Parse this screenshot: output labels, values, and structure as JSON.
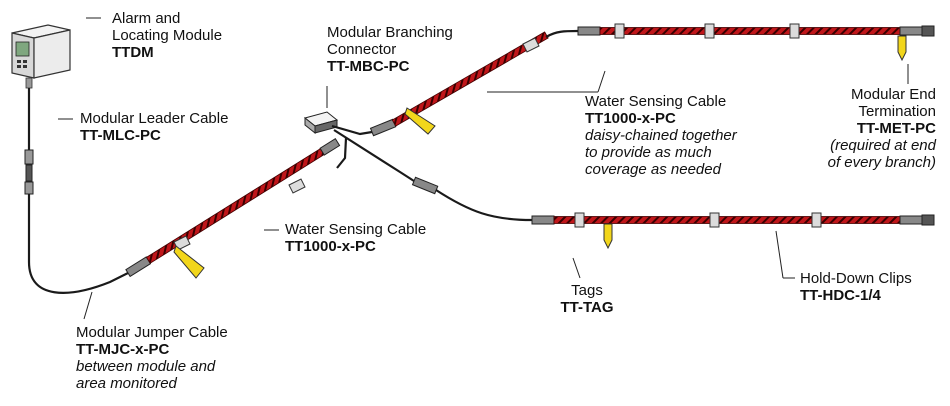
{
  "diagram": {
    "colors": {
      "cable": "#1a1a1a",
      "sensing": "#c0161a",
      "sensing_stripe": "#3a0000",
      "tag": "#f2d61b",
      "clip": "#dcdcdc",
      "module": "#e6e6e6"
    },
    "labels": {
      "alarm_module": {
        "title": [
          "Alarm and",
          "Locating Module"
        ],
        "code": "TTDM"
      },
      "leader_cable": {
        "title": [
          "Modular Leader Cable"
        ],
        "code": "TT-MLC-PC"
      },
      "branching_connector": {
        "title": [
          "Modular Branching",
          "Connector"
        ],
        "code": "TT-MBC-PC"
      },
      "water_sensing_upper": {
        "title": [
          "Water Sensing Cable"
        ],
        "code": "TT1000-x-PC",
        "note": [
          "daisy-chained together",
          "to provide as much",
          "coverage as needed"
        ]
      },
      "end_termination": {
        "title": [
          "Modular End",
          "Termination"
        ],
        "code": "TT-MET-PC",
        "note": [
          "(required at end",
          "of every branch)"
        ]
      },
      "water_sensing_lower": {
        "title": [
          "Water Sensing Cable"
        ],
        "code": "TT1000-x-PC"
      },
      "tags": {
        "title": [
          "Tags"
        ],
        "code": "TT-TAG"
      },
      "hold_down_clips": {
        "title": [
          "Hold-Down Clips"
        ],
        "code": "TT-HDC-1/4"
      },
      "jumper_cable": {
        "title": [
          "Modular Jumper Cable"
        ],
        "code": "TT-MJC-x-PC",
        "note": [
          "between module and",
          "area monitored"
        ]
      }
    }
  }
}
